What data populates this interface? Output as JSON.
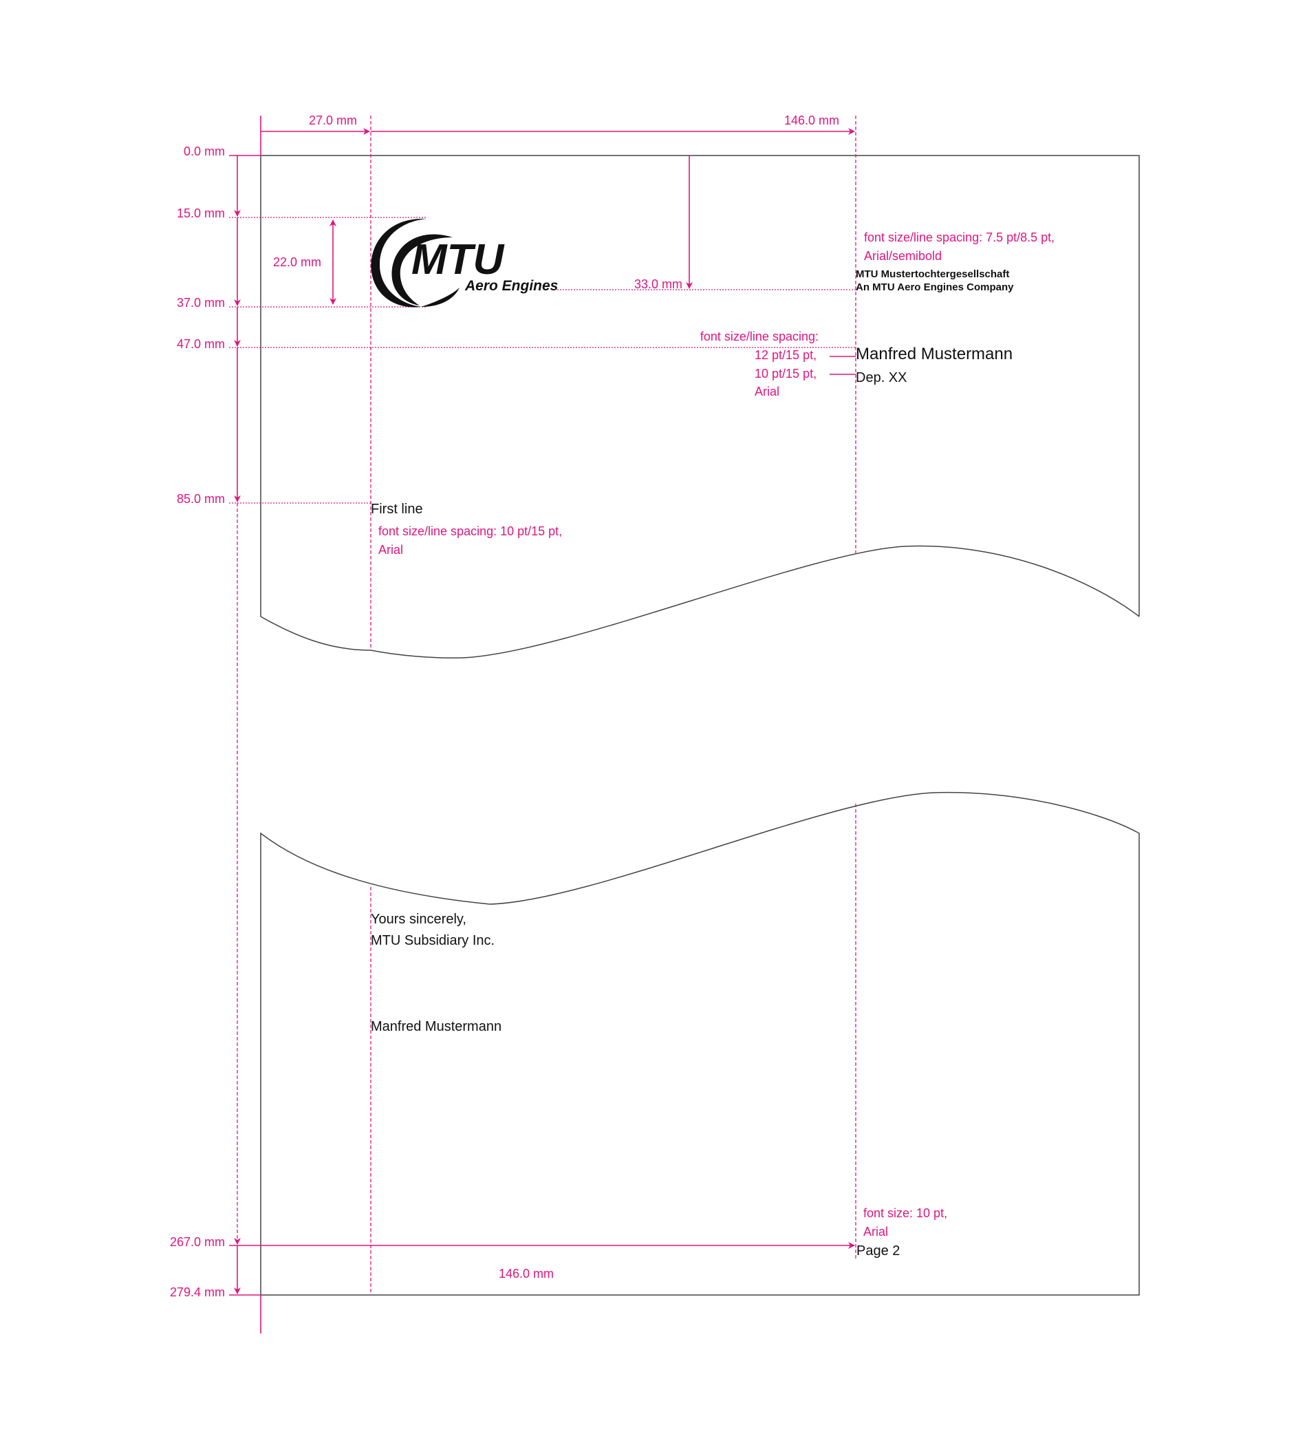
{
  "dimensions": {
    "left_margin": "27.0 mm",
    "text_width_top": "146.0 mm",
    "top": "0.0 mm",
    "logo_top": "15.0 mm",
    "logo_height": "22.0 mm",
    "logo_bottom": "37.0 mm",
    "address_top": "47.0 mm",
    "first_line_top": "85.0 mm",
    "footer_top": "267.0 mm",
    "page_bottom": "279.4 mm",
    "company_baseline": "33.0 mm",
    "text_width_bottom": "146.0 mm"
  },
  "logo": {
    "mark": "MTU",
    "tagline": "Aero Engines"
  },
  "company_block": {
    "spec_line1": "font size/line spacing: 7.5 pt/8.5 pt,",
    "spec_line2": "Arial/semibold",
    "line1": "MTU Mustertochtergesellschaft",
    "line2": "An MTU Aero Engines Company"
  },
  "sender_block": {
    "spec_line1": "font size/line spacing:",
    "spec_line2": "12 pt/15 pt,",
    "spec_line3": "10 pt/15 pt,",
    "spec_line4": "Arial",
    "name": "Manfred Mustermann",
    "department": "Dep. XX"
  },
  "body": {
    "first_line": "First line",
    "spec_line1": "font size/line spacing: 10 pt/15 pt,",
    "spec_line2": "Arial"
  },
  "closing": {
    "line1": "Yours sincerely,",
    "line2": "MTU Subsidiary Inc.",
    "signatory": "Manfred Mustermann"
  },
  "footer": {
    "spec_line1": "font size: 10 pt,",
    "spec_line2": "Arial",
    "page_label": "Page 2"
  },
  "colors": {
    "annotation": "#e0157f",
    "text": "#111111"
  }
}
